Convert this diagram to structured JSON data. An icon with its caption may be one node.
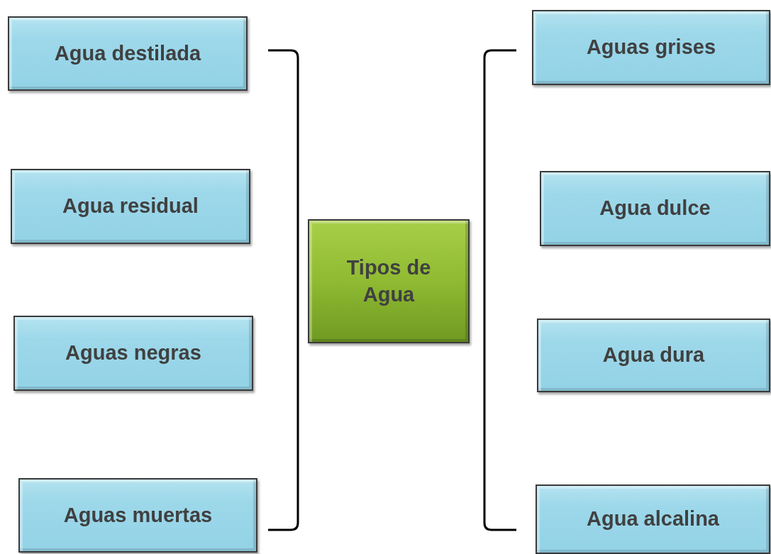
{
  "diagram": {
    "nodes": [
      {
        "text": [
          "Agua destilada"
        ]
      },
      {
        "text": [
          "Agua residual"
        ]
      },
      {
        "text": [
          "Aguas negras"
        ]
      },
      {
        "text": [
          "Aguas muertas"
        ]
      },
      {
        "text": [
          "Tipos de Agua"
        ]
      },
      {
        "text": [
          "Aguas grises"
        ]
      },
      {
        "text": [
          "Agua dulce"
        ]
      },
      {
        "text": [
          "Agua dura"
        ]
      },
      {
        "text": [
          "Agua alcalina"
        ]
      }
    ]
  }
}
